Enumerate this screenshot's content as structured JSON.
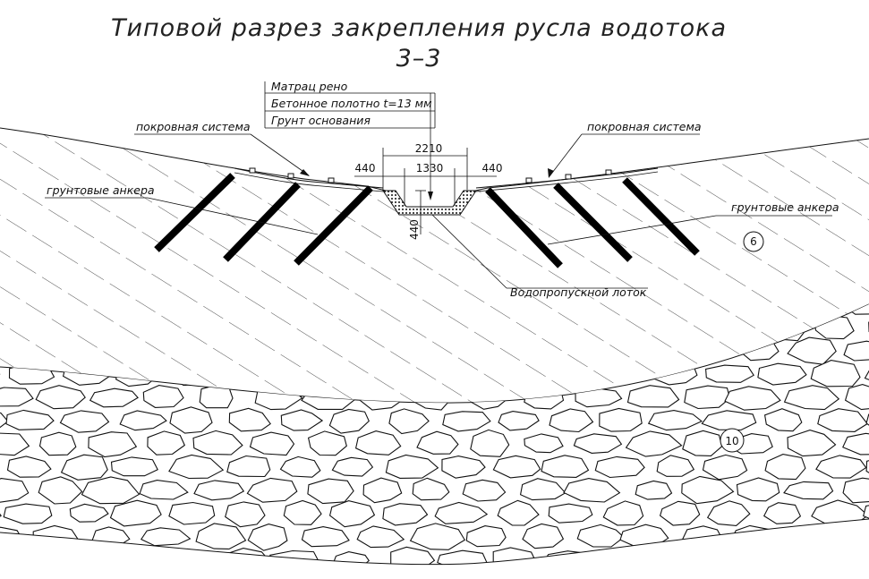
{
  "title": {
    "line1": "Типовой разрез закрепления русла водотока",
    "line2": "3–3"
  },
  "labels": {
    "mattress": "Матрац рено",
    "concrete_cloth": "Бетонное полотно t=13 мм",
    "base_soil": "Грунт основания",
    "cover_left": "покровная система",
    "cover_right": "покровная система",
    "anchors_left": "грунтовые анкера",
    "anchors_right": "грунтовые анкера",
    "culvert_tray": "Водопропускной лоток"
  },
  "dimensions": {
    "total_width": "2210",
    "inner_width": "1330",
    "left_berm": "440",
    "right_berm": "440",
    "depth": "440"
  },
  "callouts": {
    "soil_layer": "6",
    "rock_layer": "10"
  }
}
